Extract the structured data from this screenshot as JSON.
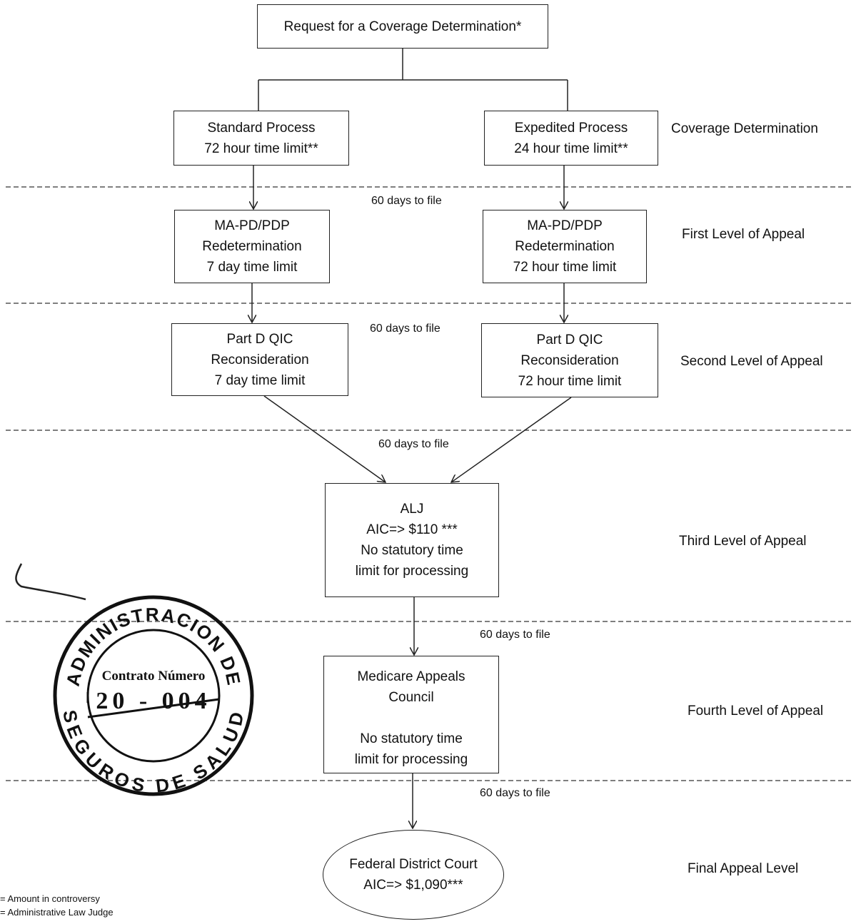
{
  "request": {
    "label": "Request for a Coverage Determination*"
  },
  "standard": {
    "line1": "Standard Process",
    "line2": "72 hour time limit**"
  },
  "expedited": {
    "line1": "Expedited Process",
    "line2": "24 hour time limit**"
  },
  "redet_std": {
    "line1": "MA-PD/PDP",
    "line2": "Redetermination",
    "line3": "7 day time limit"
  },
  "redet_exp": {
    "line1": "MA-PD/PDP",
    "line2": "Redetermination",
    "line3": "72 hour time limit"
  },
  "qic_std": {
    "line1": "Part D QIC",
    "line2": "Reconsideration",
    "line3": "7 day time limit"
  },
  "qic_exp": {
    "line1": "Part D QIC",
    "line2": "Reconsideration",
    "line3": "72 hour time limit"
  },
  "alj": {
    "line1": "ALJ",
    "line2": "AIC=> $110 ***",
    "line3": "No statutory time",
    "line4": "limit for processing"
  },
  "council": {
    "line1": "Medicare Appeals",
    "line2": "Council",
    "line3": "No statutory time",
    "line4": "limit for processing"
  },
  "court": {
    "line1": "Federal District Court",
    "line2": "AIC=> $1,090***"
  },
  "levels": {
    "coverage": "Coverage Determination",
    "first": "First Level of Appeal",
    "second": "Second Level of Appeal",
    "third": "Third Level of Appeal",
    "fourth": "Fourth Level of Appeal",
    "final": "Final Appeal Level"
  },
  "days_to_file": "60 days to file",
  "stamp": {
    "top": "ADMINISTRACION DE",
    "bottom": "SEGUROS DE SALUD",
    "label": "Contrato Número",
    "number": "20 - 004"
  },
  "footnotes": {
    "aic": "= Amount in controversy",
    "alj": "= Administrative Law Judge"
  }
}
